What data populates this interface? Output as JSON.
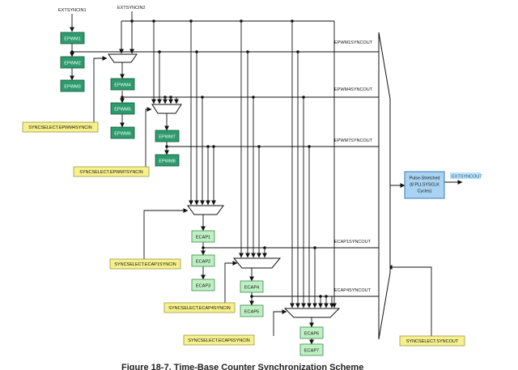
{
  "inputs": {
    "extsyncin1": "EXTSYNCIN1",
    "extsyncin2": "EXTSYNCIN2"
  },
  "epwm": [
    "EPWM1",
    "EPWM2",
    "EPWM3",
    "EPWM4",
    "EPWM5",
    "EPWM6",
    "EPWM7",
    "EPWM8"
  ],
  "ecap": [
    "ECAP1",
    "ECAP2",
    "ECAP3",
    "ECAP4",
    "ECAP5",
    "ECAP6",
    "ECAP7"
  ],
  "selects": {
    "epwm4": "SYNCSELECT.EPWM4SYNCIN",
    "epwm7": "SYNCSELECT.EPWM7SYNCIN",
    "ecap1": "SYNCSELECT.ECAP1SYNCIN",
    "ecap4": "SYNCSELECT.ECAP4SYNCIN",
    "ecap6": "SYNCSELECT.ECAP6SYNCIN",
    "syncout": "SYNCSELECT.SYNCOUT"
  },
  "syncouts": {
    "epwm1": "EPWM1SYNCOUT",
    "epwm4": "EPWM4SYNCOUT",
    "epwm7": "EPWM7SYNCOUT",
    "ecap1": "ECAP1SYNCOUT",
    "ecap4": "ECAP4SYNCOUT"
  },
  "pulse": {
    "line1": "Pulse-Stretched",
    "line2": "(8 PLLSYSCLK",
    "line3": "Cycles)"
  },
  "extsyncout": "EXTSYNCOUT",
  "caption": "Figure 18-7. Time-Base Counter Synchronization Scheme",
  "colors": {
    "epwm_fill": "#2e9a6e",
    "epwm_stroke": "#0e5a3a",
    "ecap_fill": "#bff0c4",
    "ecap_stroke": "#3c8c48",
    "select_fill": "#f6f08e",
    "select_stroke": "#9a9a3c",
    "pulse_fill": "#a9d3f2",
    "pulse_stroke": "#2e6fa8",
    "extsyncout_bg": "#bfe3f7",
    "line": "#111111"
  }
}
